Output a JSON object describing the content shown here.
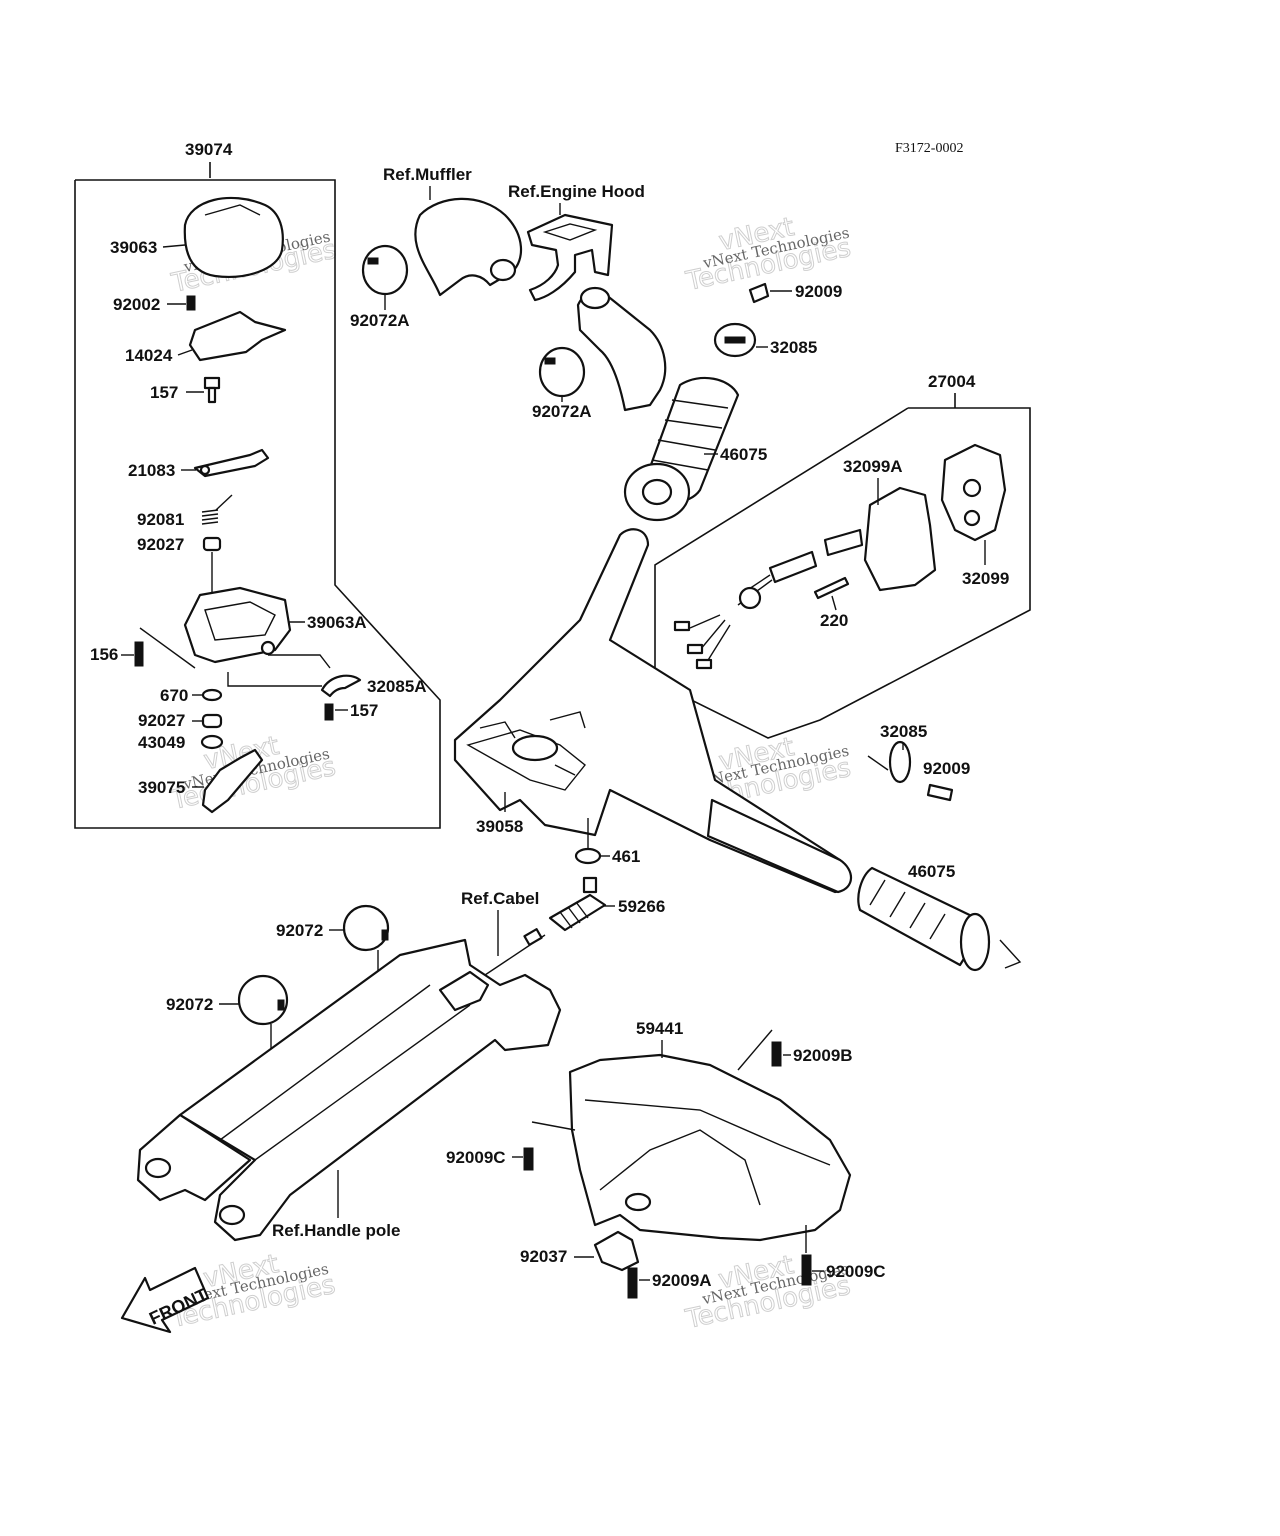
{
  "drawing_code": "F3172-0002",
  "box_labels": {
    "assembly_left": "39074",
    "assembly_right": "27004"
  },
  "part_labels": {
    "p39063": "39063",
    "p92002": "92002",
    "p14024": "14024",
    "p157a": "157",
    "p21083": "21083",
    "p92081": "92081",
    "p92027a": "92027",
    "p39063A": "39063A",
    "p156": "156",
    "p670": "670",
    "p32085A": "32085A",
    "p157b": "157",
    "p92027b": "92027",
    "p43049": "43049",
    "p39075": "39075",
    "p92072A_a": "92072A",
    "p92072A_b": "92072A",
    "p92009a": "92009",
    "p32085a": "32085",
    "p46075a": "46075",
    "p32099A": "32099A",
    "p32099": "32099",
    "p220": "220",
    "p32085b": "32085",
    "p92009b": "92009",
    "p39058": "39058",
    "p461": "461",
    "p59266": "59266",
    "p46075b": "46075",
    "p92072a": "92072",
    "p92072b": "92072",
    "p59441": "59441",
    "p92009B": "92009B",
    "p92009C_a": "92009C",
    "p92009C_b": "92009C",
    "p92037": "92037",
    "p92009A": "92009A"
  },
  "ref_labels": {
    "muffler": "Ref.Muffler",
    "engine_hood": "Ref.Engine Hood",
    "cabel": "Ref.Cabel",
    "handle_pole": "Ref.Handle pole"
  },
  "watermark": {
    "line1": "vNext Technologies",
    "line2": "vNext",
    "line3": "Technologies"
  },
  "front_label": "FRONT"
}
